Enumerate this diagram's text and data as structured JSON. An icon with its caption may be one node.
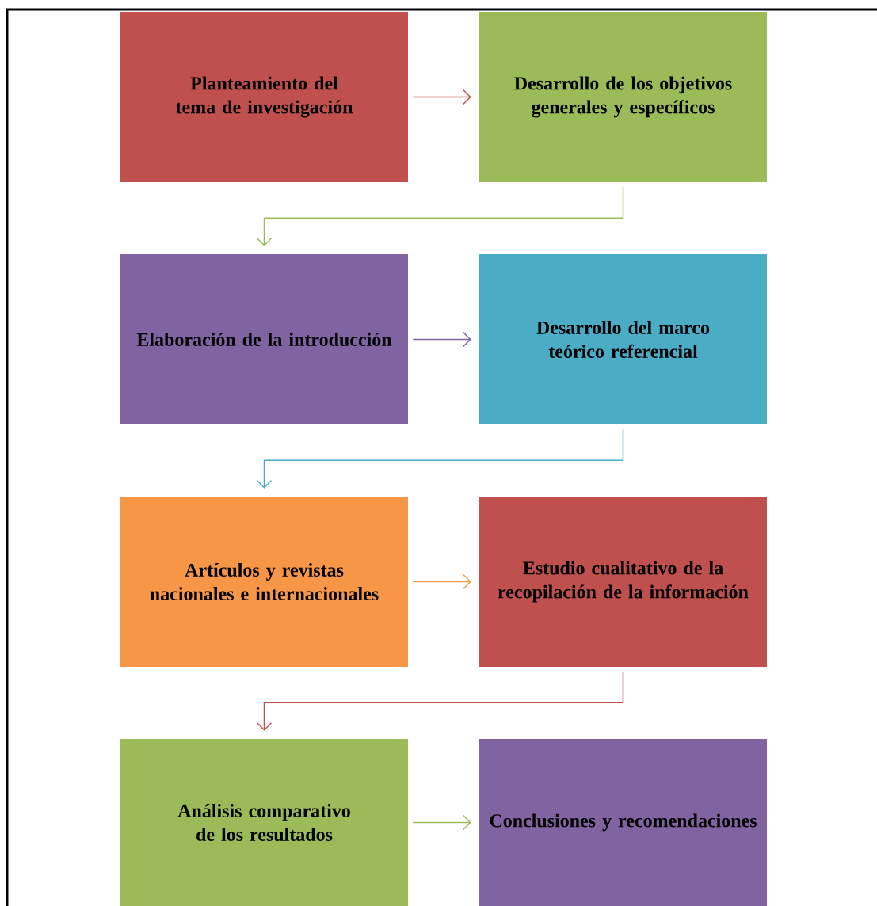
{
  "diagram": {
    "nodes": [
      {
        "text": [
          "Planteamiento del tema de investigación"
        ]
      },
      {
        "text": [
          "Desarrollo de los objetivos generales y específicos"
        ]
      },
      {
        "text": [
          "Elaboración de la introducción"
        ]
      },
      {
        "text": [
          "Desarrollo del marco teórico referencial"
        ]
      },
      {
        "text": [
          "Artículos y revistas nacionales e internacionales"
        ]
      },
      {
        "text": [
          "Estudio cualitativo de la recopilación de la información"
        ]
      },
      {
        "text": [
          "Análisis comparativo de los resultados"
        ]
      },
      {
        "text": [
          "Conclusiones y recomendaciones"
        ]
      }
    ],
    "edges": [
      {
        "from": 0,
        "to": 1,
        "arrow": "to",
        "color": "#c0504d"
      },
      {
        "from": 1,
        "to": 2,
        "arrow": "to",
        "color": "#9bbb59"
      },
      {
        "from": 2,
        "to": 3,
        "arrow": "to",
        "color": "#8064a2"
      },
      {
        "from": 3,
        "to": 4,
        "arrow": "to",
        "color": "#4bacc6"
      },
      {
        "from": 4,
        "to": 5,
        "arrow": "to",
        "color": "#f79646"
      },
      {
        "from": 5,
        "to": 6,
        "arrow": "to",
        "color": "#c0504d"
      },
      {
        "from": 6,
        "to": 7,
        "arrow": "to",
        "color": "#9bbb59"
      }
    ]
  }
}
